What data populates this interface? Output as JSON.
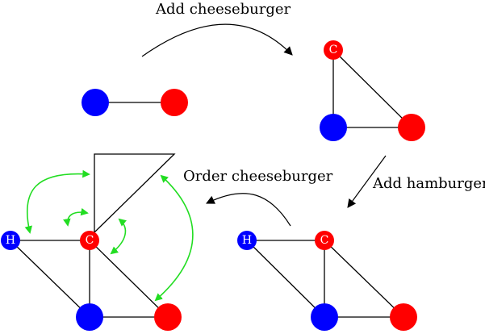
{
  "labels": {
    "add_cheeseburger": "Add cheeseburger",
    "add_hamburger": "Add hamburger",
    "order_cheeseburger": "Order cheeseburger"
  },
  "nodes": {
    "cheeseburger_letter": "C",
    "hamburger_letter": "H"
  },
  "colors": {
    "blue": "#0000ff",
    "red": "#ff0000",
    "green": "#22dd22",
    "black": "#000000"
  }
}
